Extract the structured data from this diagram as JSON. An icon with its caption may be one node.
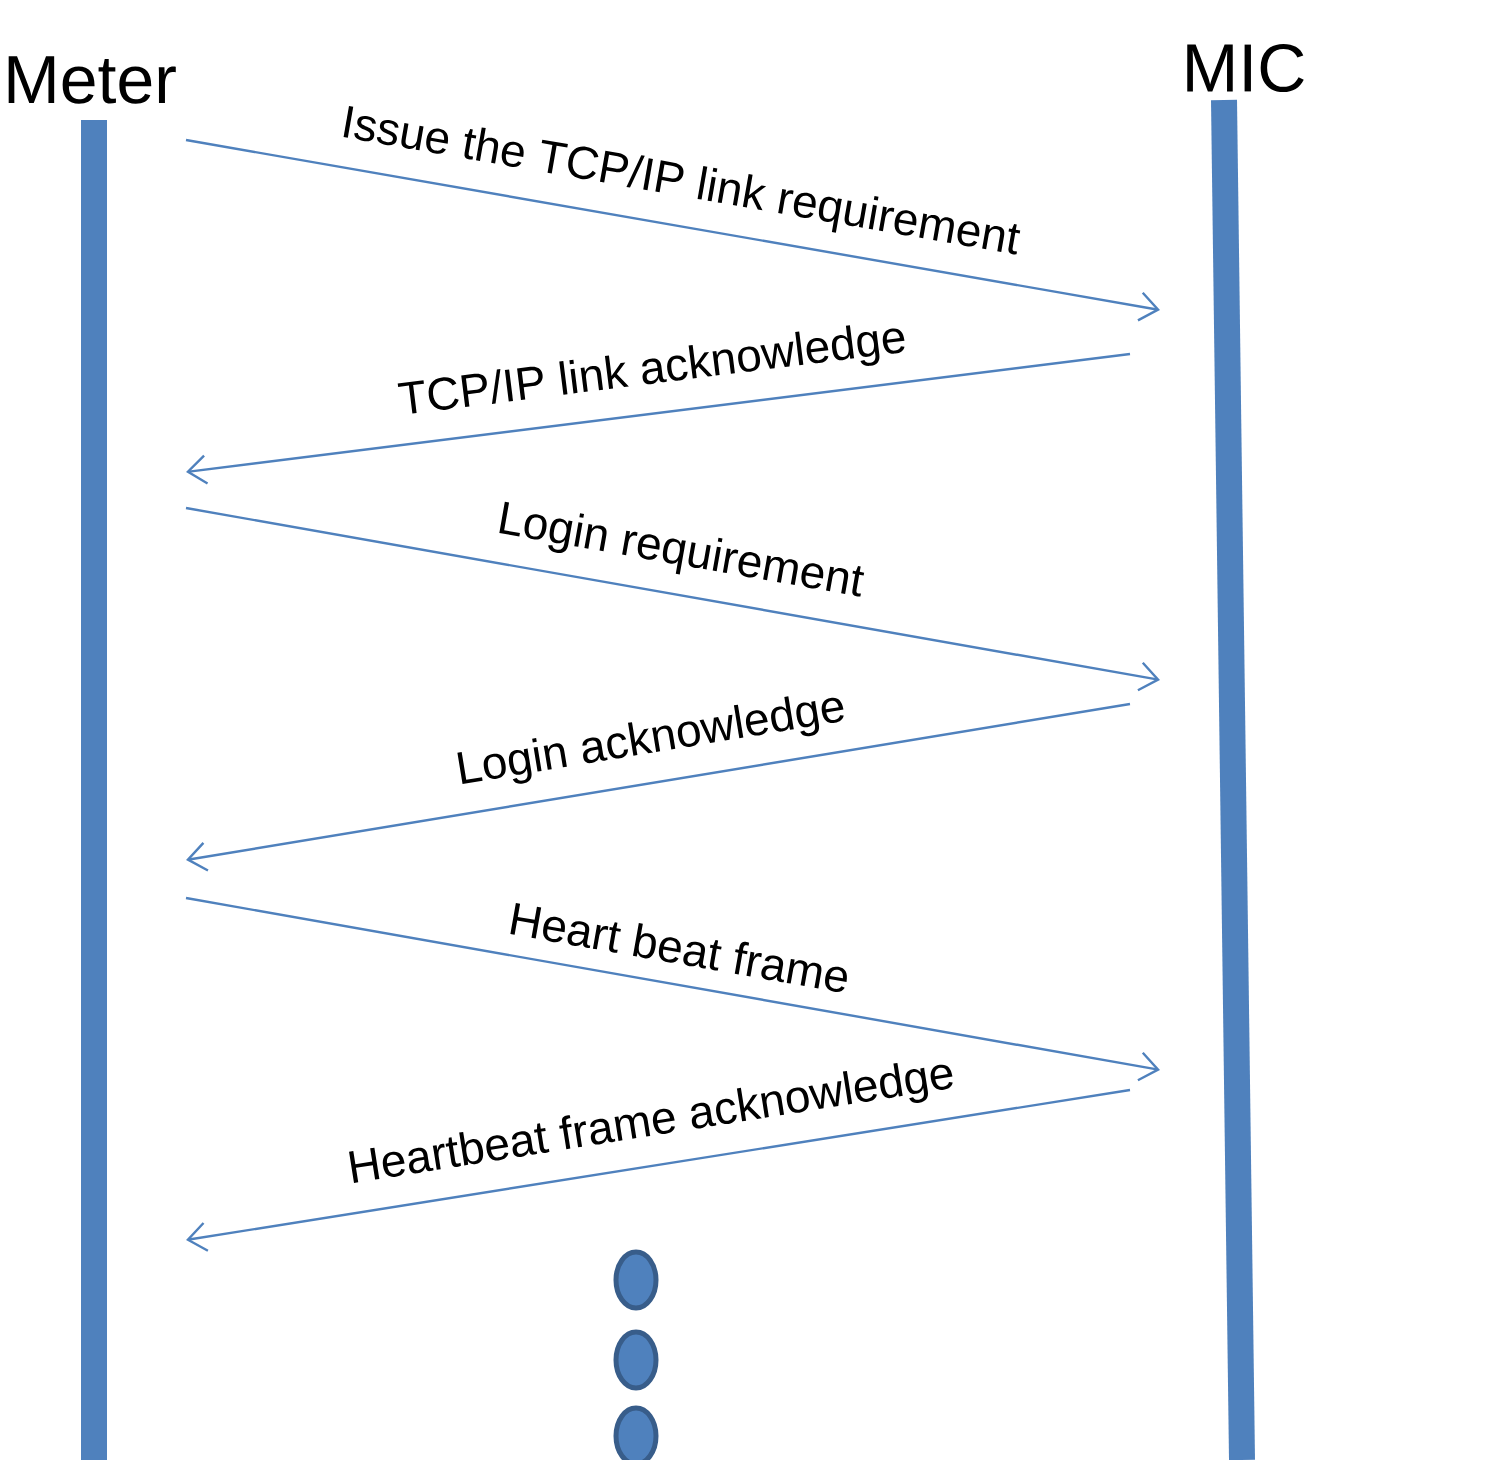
{
  "diagram": {
    "nodes": [
      {
        "text": [
          "Meter"
        ]
      },
      {
        "text": [
          "MIC"
        ]
      }
    ],
    "edges": [
      {
        "from": 0,
        "to": 1,
        "arrow": "to",
        "label": "Issue the TCP/IP link requirement"
      },
      {
        "from": 1,
        "to": 0,
        "arrow": "to",
        "label": "TCP/IP link acknowledge"
      },
      {
        "from": 0,
        "to": 1,
        "arrow": "to",
        "label": "Login requirement"
      },
      {
        "from": 1,
        "to": 0,
        "arrow": "to",
        "label": "Login acknowledge"
      },
      {
        "from": 0,
        "to": 1,
        "arrow": "to",
        "label": "Heart beat frame"
      },
      {
        "from": 1,
        "to": 0,
        "arrow": "to",
        "label": "Heartbeat frame acknowledge"
      }
    ]
  }
}
